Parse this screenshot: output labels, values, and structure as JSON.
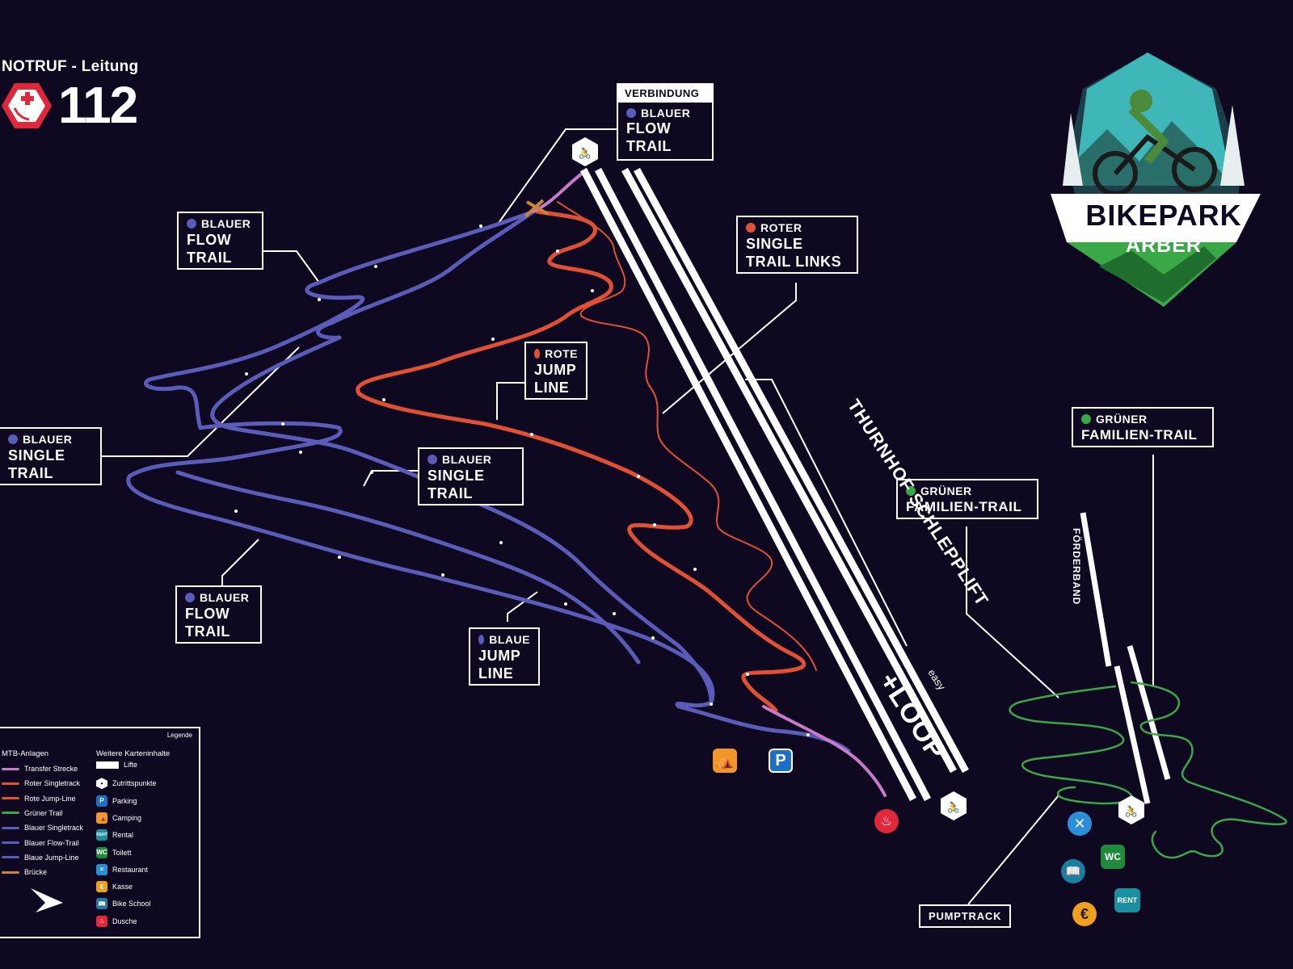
{
  "emergency": {
    "title": "NOTRUF - Leitung",
    "number": "112"
  },
  "logo": {
    "title": "BIKEPARK",
    "subtitle": "ARBER"
  },
  "colors": {
    "background": "#0e0820",
    "blue": "#5b5bb8",
    "red": "#e05035",
    "green": "#3aa847",
    "transfer": "#c77bc9",
    "bridge": "#c9863a"
  },
  "labels": {
    "verbindung": {
      "header": "VERBINDUNG",
      "line1": "BLAUER",
      "line2": "FLOW",
      "line3": "TRAIL"
    },
    "blue_flow_top": {
      "line1": "BLAUER",
      "line2": "FLOW",
      "line3": "TRAIL"
    },
    "red_single_links": {
      "line1": "ROTER",
      "line2": "SINGLE",
      "line3": "TRAIL LINKS"
    },
    "red_jump": {
      "line1": "ROTE",
      "line2": "JUMP",
      "line3": "LINE"
    },
    "blue_single_left": {
      "line1": "BLAUER",
      "line2": "SINGLE",
      "line3": "TRAIL"
    },
    "blue_single_mid": {
      "line1": "BLAUER",
      "line2": "SINGLE",
      "line3": "TRAIL"
    },
    "blue_flow_bottom": {
      "line1": "BLAUER",
      "line2": "FLOW",
      "line3": "TRAIL"
    },
    "blue_jump": {
      "line1": "BLAUE",
      "line2": "JUMP",
      "line3": "LINE"
    },
    "green_family_1": {
      "line1": "GRÜNER",
      "line2": "FAMILIEN-TRAIL"
    },
    "green_family_2": {
      "line1": "GRÜNER",
      "line2": "FAMILIEN-TRAIL"
    },
    "pumptrack": "PUMPTRACK"
  },
  "lifts": {
    "main": "THURNHOF SCHLEPPLIFT",
    "loop": "+LOOP",
    "loop_small": "easy",
    "foerder": "FÖRDERBAND"
  },
  "legend": {
    "title": "Legende",
    "mtb_head": "MTB-Anlagen",
    "other_head": "Weitere Karteninhalte",
    "mtb_items": [
      {
        "label": "Transfer Strecke",
        "color": "#c77bc9"
      },
      {
        "label": "Roter Singletrack",
        "color": "#e05035"
      },
      {
        "label": "Rote Jump-Line",
        "color": "#e05035"
      },
      {
        "label": "Grüner Trail",
        "color": "#3aa847"
      },
      {
        "label": "Blauer Singletrack",
        "color": "#5b5bb8"
      },
      {
        "label": "Blauer Flow-Trail",
        "color": "#5b5bb8"
      },
      {
        "label": "Blaue Jump-Line",
        "color": "#5b5bb8"
      },
      {
        "label": "Brücke",
        "color": "#c9863a"
      }
    ],
    "other_items": [
      {
        "label": "Lifte",
        "icon": "lift-icon"
      },
      {
        "label": "Zutrittspunkte",
        "icon": "access-point-icon"
      },
      {
        "label": "Parking",
        "icon": "parking-icon",
        "glyph": "P",
        "color": "#1b6fc4"
      },
      {
        "label": "Camping",
        "icon": "camping-icon",
        "glyph": "⛺",
        "color": "#f0962a"
      },
      {
        "label": "Rental",
        "icon": "rental-icon",
        "glyph": "RENT",
        "color": "#1a8fa0"
      },
      {
        "label": "Toilett",
        "icon": "wc-icon",
        "glyph": "WC",
        "color": "#1f8a3b"
      },
      {
        "label": "Restaurant",
        "icon": "restaurant-icon",
        "glyph": "✕",
        "color": "#2a8fd8"
      },
      {
        "label": "Kasse",
        "icon": "cashier-icon",
        "glyph": "€",
        "color": "#f0a020"
      },
      {
        "label": "Bike School",
        "icon": "bike-school-icon",
        "glyph": "📖",
        "color": "#1a7fa0"
      },
      {
        "label": "Dusche",
        "icon": "shower-icon",
        "glyph": "♨",
        "color": "#e0283a"
      }
    ]
  },
  "pois": {
    "camping": "⛺",
    "parking": "P",
    "wc": "WC",
    "rent": "RENT",
    "euro": "€",
    "restaurant": "✕",
    "school": "📖",
    "shower": "♨"
  }
}
